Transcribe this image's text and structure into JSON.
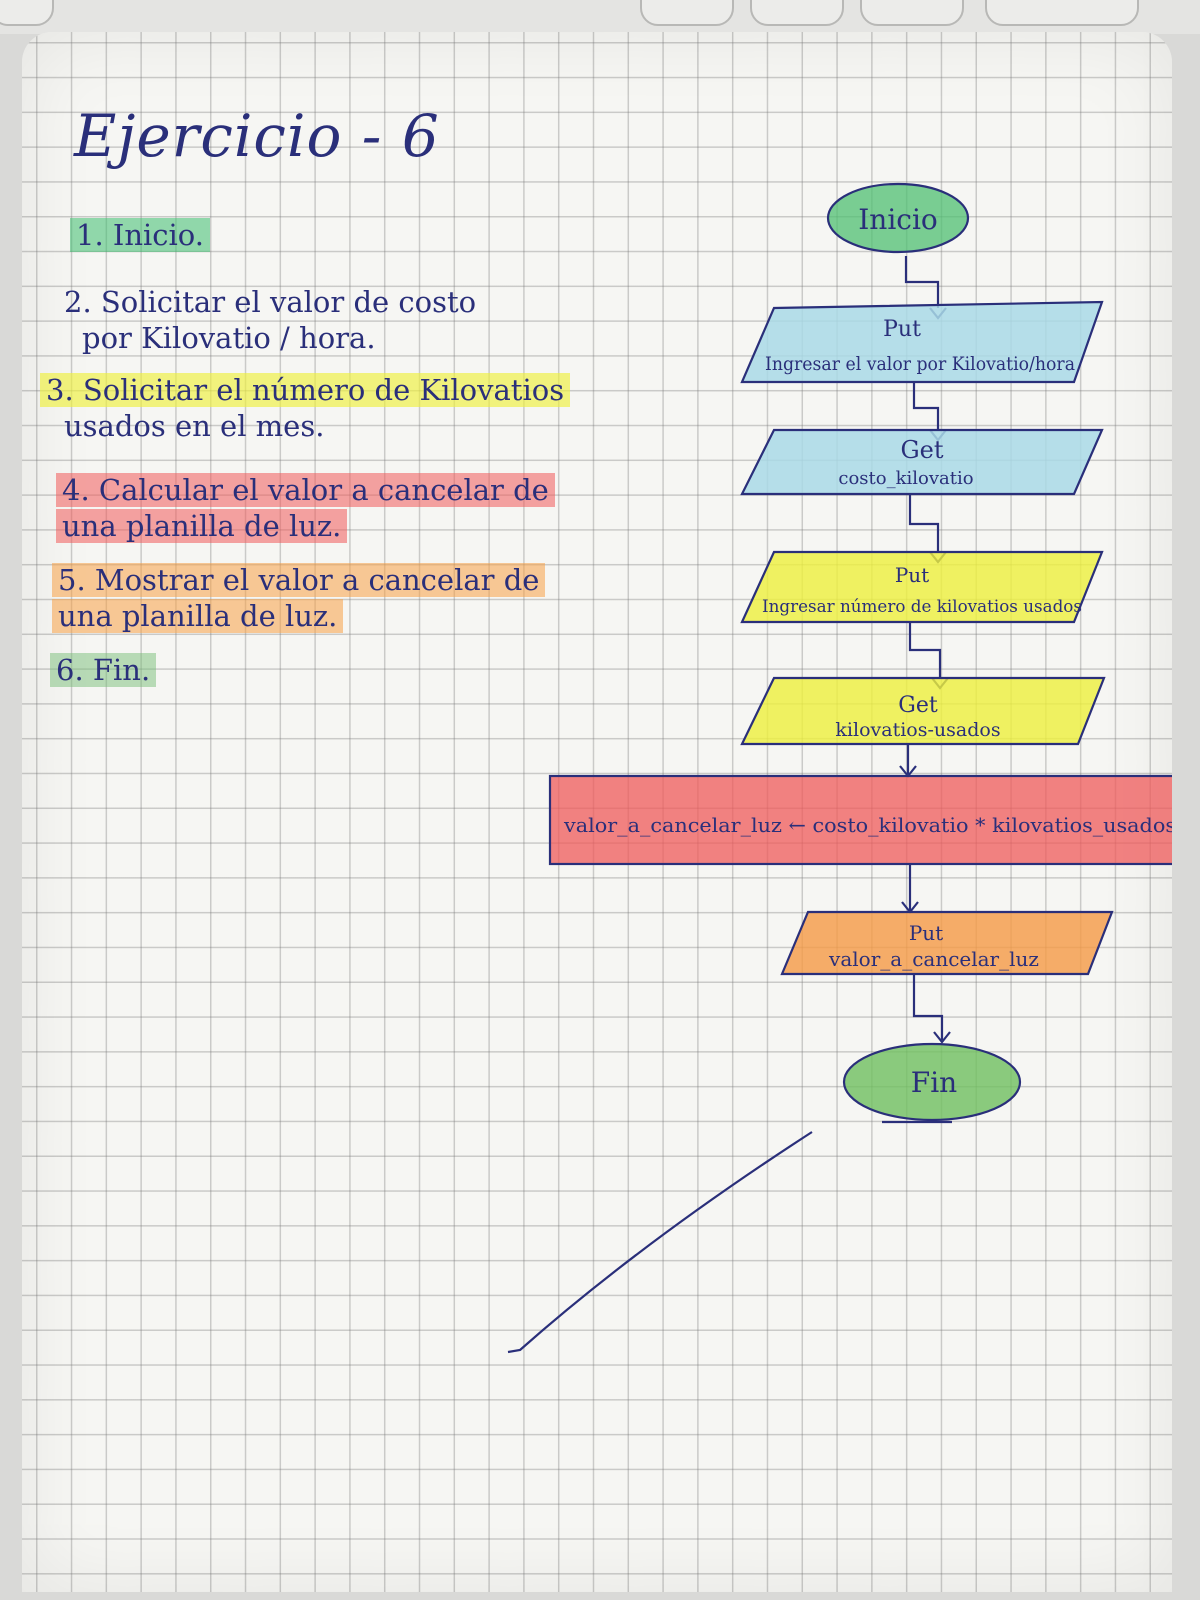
{
  "page": {
    "title": "Ejercicio - 6"
  },
  "steps": [
    {
      "lines": [
        "1. Inicio."
      ],
      "color": "green"
    },
    {
      "lines": [
        "2. Solicitar el valor de costo",
        "por Kilovatio / hora."
      ],
      "color": "none"
    },
    {
      "lines": [
        "3. Solicitar el número de Kilovatios",
        "usados en el mes."
      ],
      "color": "yellow"
    },
    {
      "lines": [
        "4. Calcular el valor a cancelar de",
        "una planilla de luz."
      ],
      "color": "red"
    },
    {
      "lines": [
        "5. Mostrar el valor a cancelar de",
        "una planilla de luz."
      ],
      "color": "orange"
    },
    {
      "lines": [
        "6. Fin."
      ],
      "color": "green"
    }
  ],
  "flowchart": {
    "start": "Inicio",
    "input1": {
      "label": "Put",
      "text": "Ingresar el valor por Kilovatio/hora"
    },
    "get1": {
      "label": "Get",
      "text": "costo_kilovatio"
    },
    "input2": {
      "label": "Put",
      "text": "Ingresar número de kilovatios usados"
    },
    "get2": {
      "label": "Get",
      "text": "kilovatios-usados"
    },
    "process": "valor_a_cancelar_luz ← costo_kilovatio * kilovatios_usados",
    "output": {
      "label": "Put",
      "text": "valor_a_cancelar_luz"
    },
    "end": "Fin"
  },
  "colors": {
    "ink": "#2a2f7a",
    "green": "#4fbf72",
    "blue": "#a9d9e6",
    "yellow": "#eef03c",
    "red": "#ef5a5a",
    "orange": "#f59a45",
    "end_green": "#6fbf5f"
  }
}
